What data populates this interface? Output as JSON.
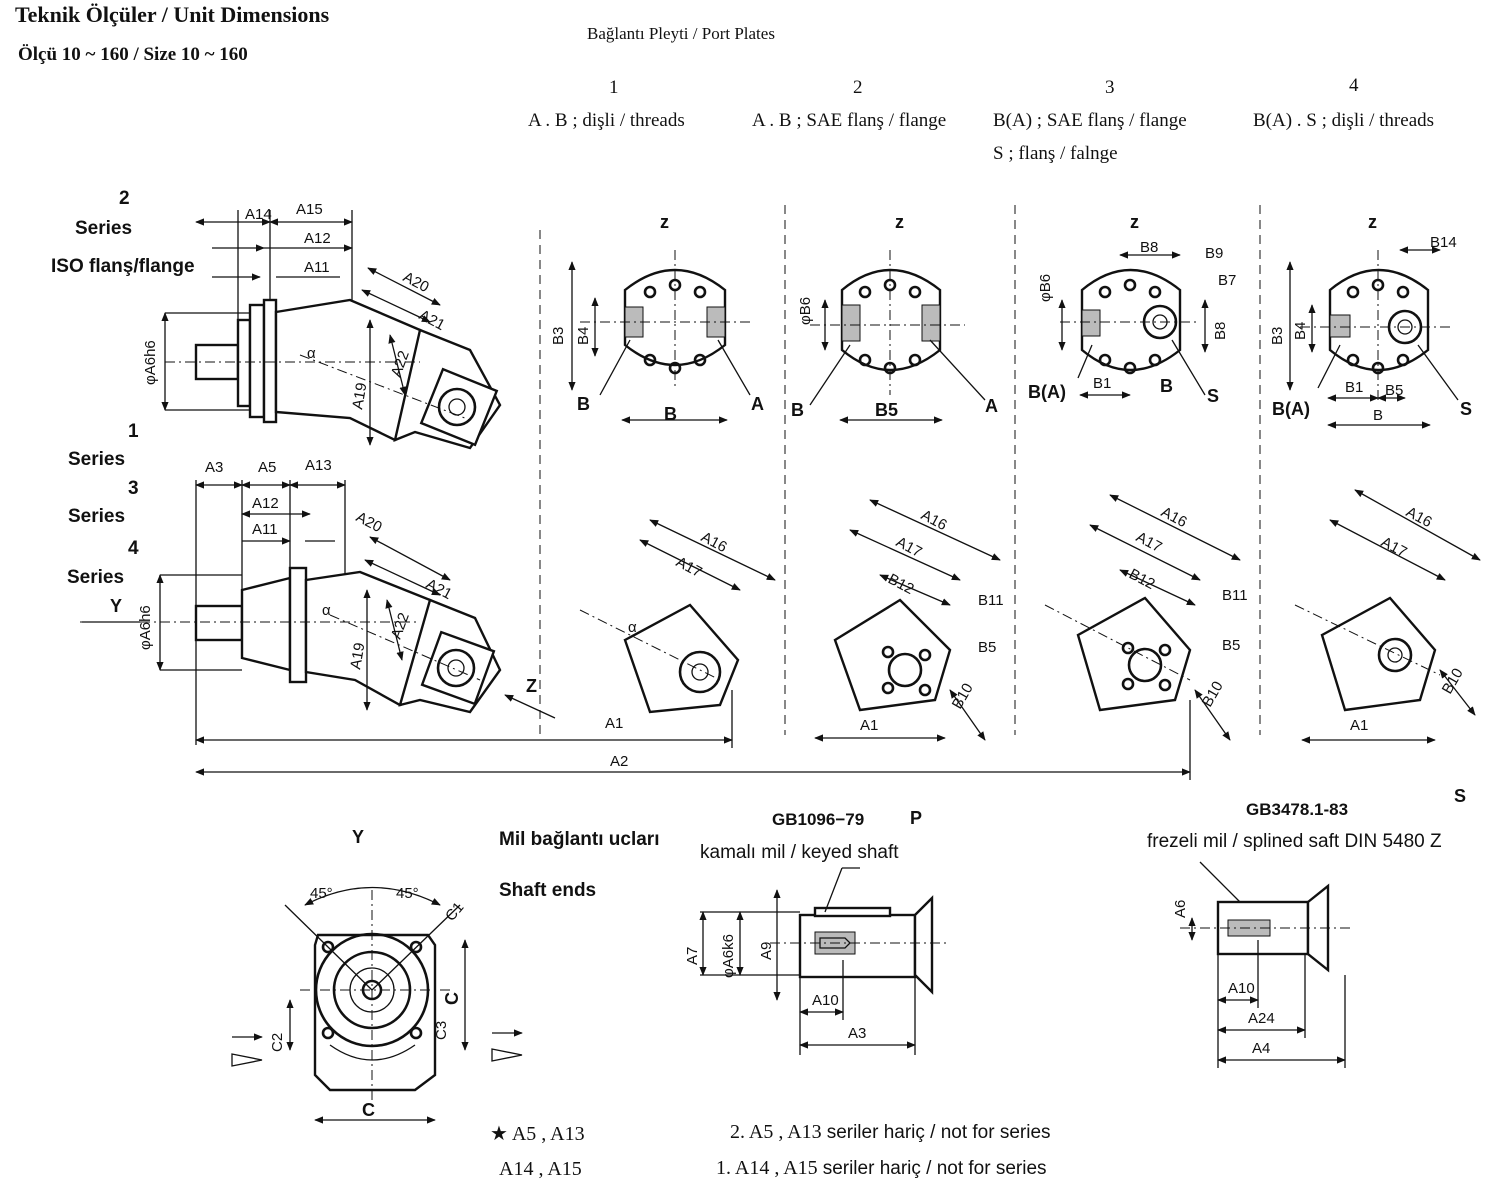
{
  "header": {
    "title": "Teknik Ölçüler / Unit Dimensions",
    "subtitle": "Ölçü 10 ~ 160 / Size 10 ~ 160",
    "port_plates_title": "Bağlantı Pleyti / Port Plates"
  },
  "port_plates": [
    {
      "number": "1",
      "desc1": "A . B ; dişli / threads",
      "desc2": ""
    },
    {
      "number": "2",
      "desc1": "A . B ; SAE flanş / flange",
      "desc2": ""
    },
    {
      "number": "3",
      "desc1": "B(A) ; SAE flanş / flange",
      "desc2": "S ; flanş / falnge"
    },
    {
      "number": "4",
      "desc1": "B(A) . S ; dişli / threads",
      "desc2": ""
    }
  ],
  "left_labels": {
    "series2_num": "2",
    "series2_text": "Series",
    "iso": "ISO flanş/flange",
    "series1_num": "1",
    "series1_text": "Series",
    "series3_num": "3",
    "series3_text": "Series",
    "series4_num": "4",
    "series4_text": "Series"
  },
  "shaft": {
    "heading1": "Mil bağlantı ucları",
    "heading2": "Shaft ends",
    "keyed_std": "GB1096−79",
    "keyed_code": "P",
    "keyed_desc": "kamalı mil / keyed shaft",
    "splined_code": "S",
    "splined_std": "GB3478.1-83",
    "splined_desc": "frezeli mil / splined saft DIN 5480 Z"
  },
  "view_labels": {
    "y_view": "Y",
    "y_arrow": "Y",
    "z_arrow": "Z",
    "z": "z"
  },
  "dims": {
    "A1": "A1",
    "A2": "A2",
    "A3": "A3",
    "A4": "A4",
    "A5": "A5",
    "A6": "A6",
    "A7": "A7",
    "A9": "A9",
    "A10": "A10",
    "A11": "A11",
    "A12": "A12",
    "A13": "A13",
    "A14": "A14",
    "A15": "A15",
    "A16": "A16",
    "A17": "A17",
    "A19": "A19",
    "A20": "A20",
    "A21": "A21",
    "A22": "A22",
    "A24": "A24",
    "phiA6h6": "φA6h6",
    "phiA6k6": "φA6k6",
    "B": "B",
    "BA": "B(A)",
    "A": "A",
    "S": "S",
    "B1": "B1",
    "B3": "B3",
    "B4": "B4",
    "B5": "B5",
    "phiB6": "φB6",
    "B7": "B7",
    "B8": "B8",
    "B9": "B9",
    "B10": "B10",
    "B11": "B11",
    "B12": "B12",
    "B14": "B14",
    "C": "C",
    "C1": "C1",
    "C2": "C2",
    "C3": "C3",
    "alpha": "α",
    "deg45": "45°"
  },
  "notes": {
    "star": "★",
    "row1_left": "A5 , A13",
    "row1_right_prefix": "2. A5 , A13",
    "row1_right_text": "seriler hariç / not for series",
    "row2_left": "A14 , A15",
    "row2_right_prefix": "1. A14 , A15",
    "row2_right_text": "seriler hariç / not for series"
  }
}
